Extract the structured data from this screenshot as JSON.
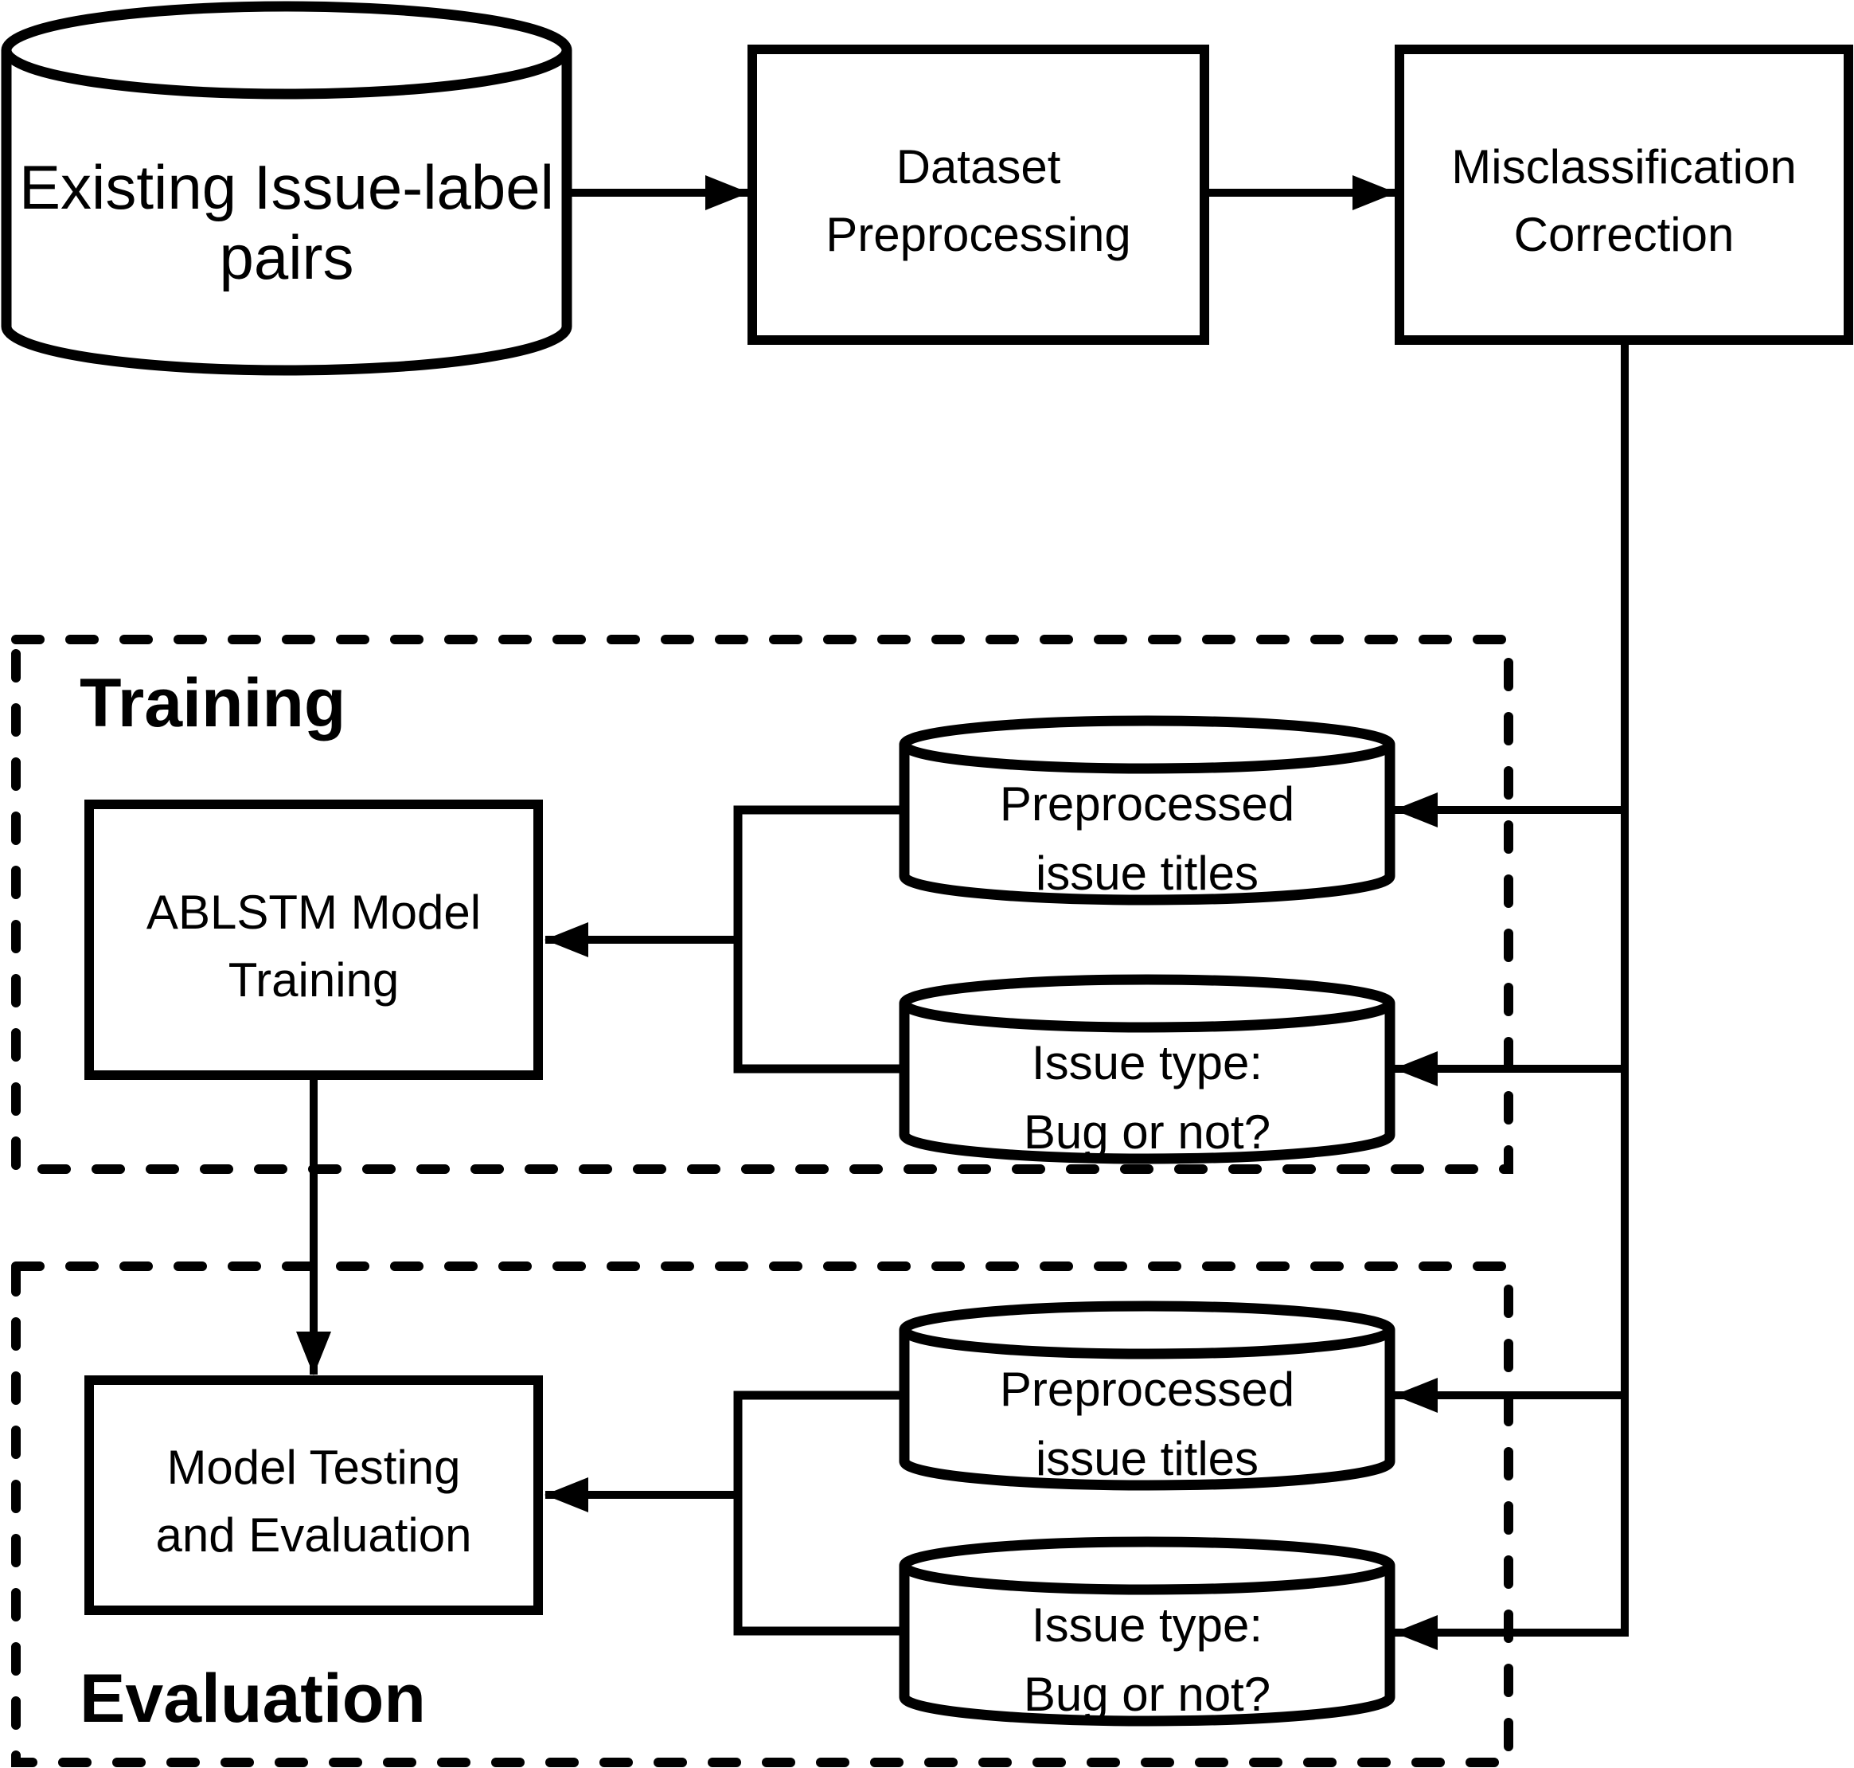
{
  "colors": {
    "line": "#000000",
    "background": "#ffffff"
  },
  "pipeline": {
    "source_db": {
      "lines": [
        "Existing Issue-label",
        "pairs"
      ]
    },
    "preprocessing_box": {
      "lines": [
        "Dataset",
        "Preprocessing"
      ]
    },
    "correction_box": {
      "lines": [
        "Misclassification",
        "Correction"
      ]
    }
  },
  "training": {
    "label": "Training",
    "model_box": {
      "lines": [
        "ABLSTM Model",
        "Training"
      ]
    },
    "titles_db": {
      "lines": [
        "Preprocessed",
        "issue titles"
      ]
    },
    "type_db": {
      "lines": [
        "Issue type:",
        "Bug or not?"
      ]
    }
  },
  "evaluation": {
    "label": "Evaluation",
    "testing_box": {
      "lines": [
        "Model Testing",
        "and Evaluation"
      ]
    },
    "titles_db": {
      "lines": [
        "Preprocessed",
        "issue titles"
      ]
    },
    "type_db": {
      "lines": [
        "Issue type:",
        "Bug or not?"
      ]
    }
  }
}
